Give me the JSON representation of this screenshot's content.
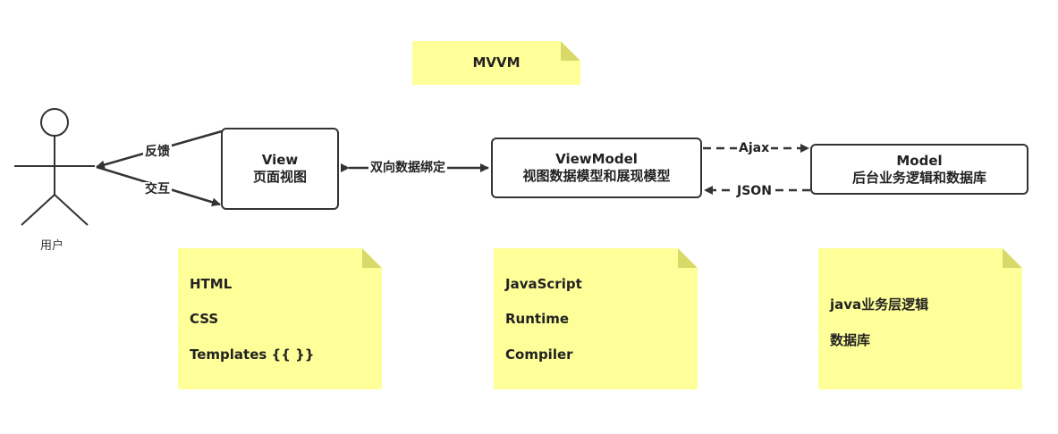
{
  "title_note": "MVVM",
  "actor": {
    "label": "用户"
  },
  "edges": {
    "feedback": "反馈",
    "interaction": "交互",
    "binding": "双向数据绑定",
    "ajax": "Ajax",
    "json": "JSON"
  },
  "boxes": {
    "view": {
      "title": "View",
      "subtitle": "页面视图"
    },
    "viewmodel": {
      "title": "ViewModel",
      "subtitle": "视图数据模型和展现模型"
    },
    "model": {
      "title": "Model",
      "subtitle": "后台业务逻辑和数据库"
    }
  },
  "notes": {
    "view": [
      "HTML",
      "CSS",
      "Templates {{ }}"
    ],
    "viewmodel": [
      "JavaScript",
      "Runtime",
      "Compiler"
    ],
    "model": [
      "java业务层逻辑",
      "数据库"
    ]
  },
  "colors": {
    "note_fill": "#ffff99",
    "note_fold": "#d9d96a",
    "line": "#333333"
  }
}
